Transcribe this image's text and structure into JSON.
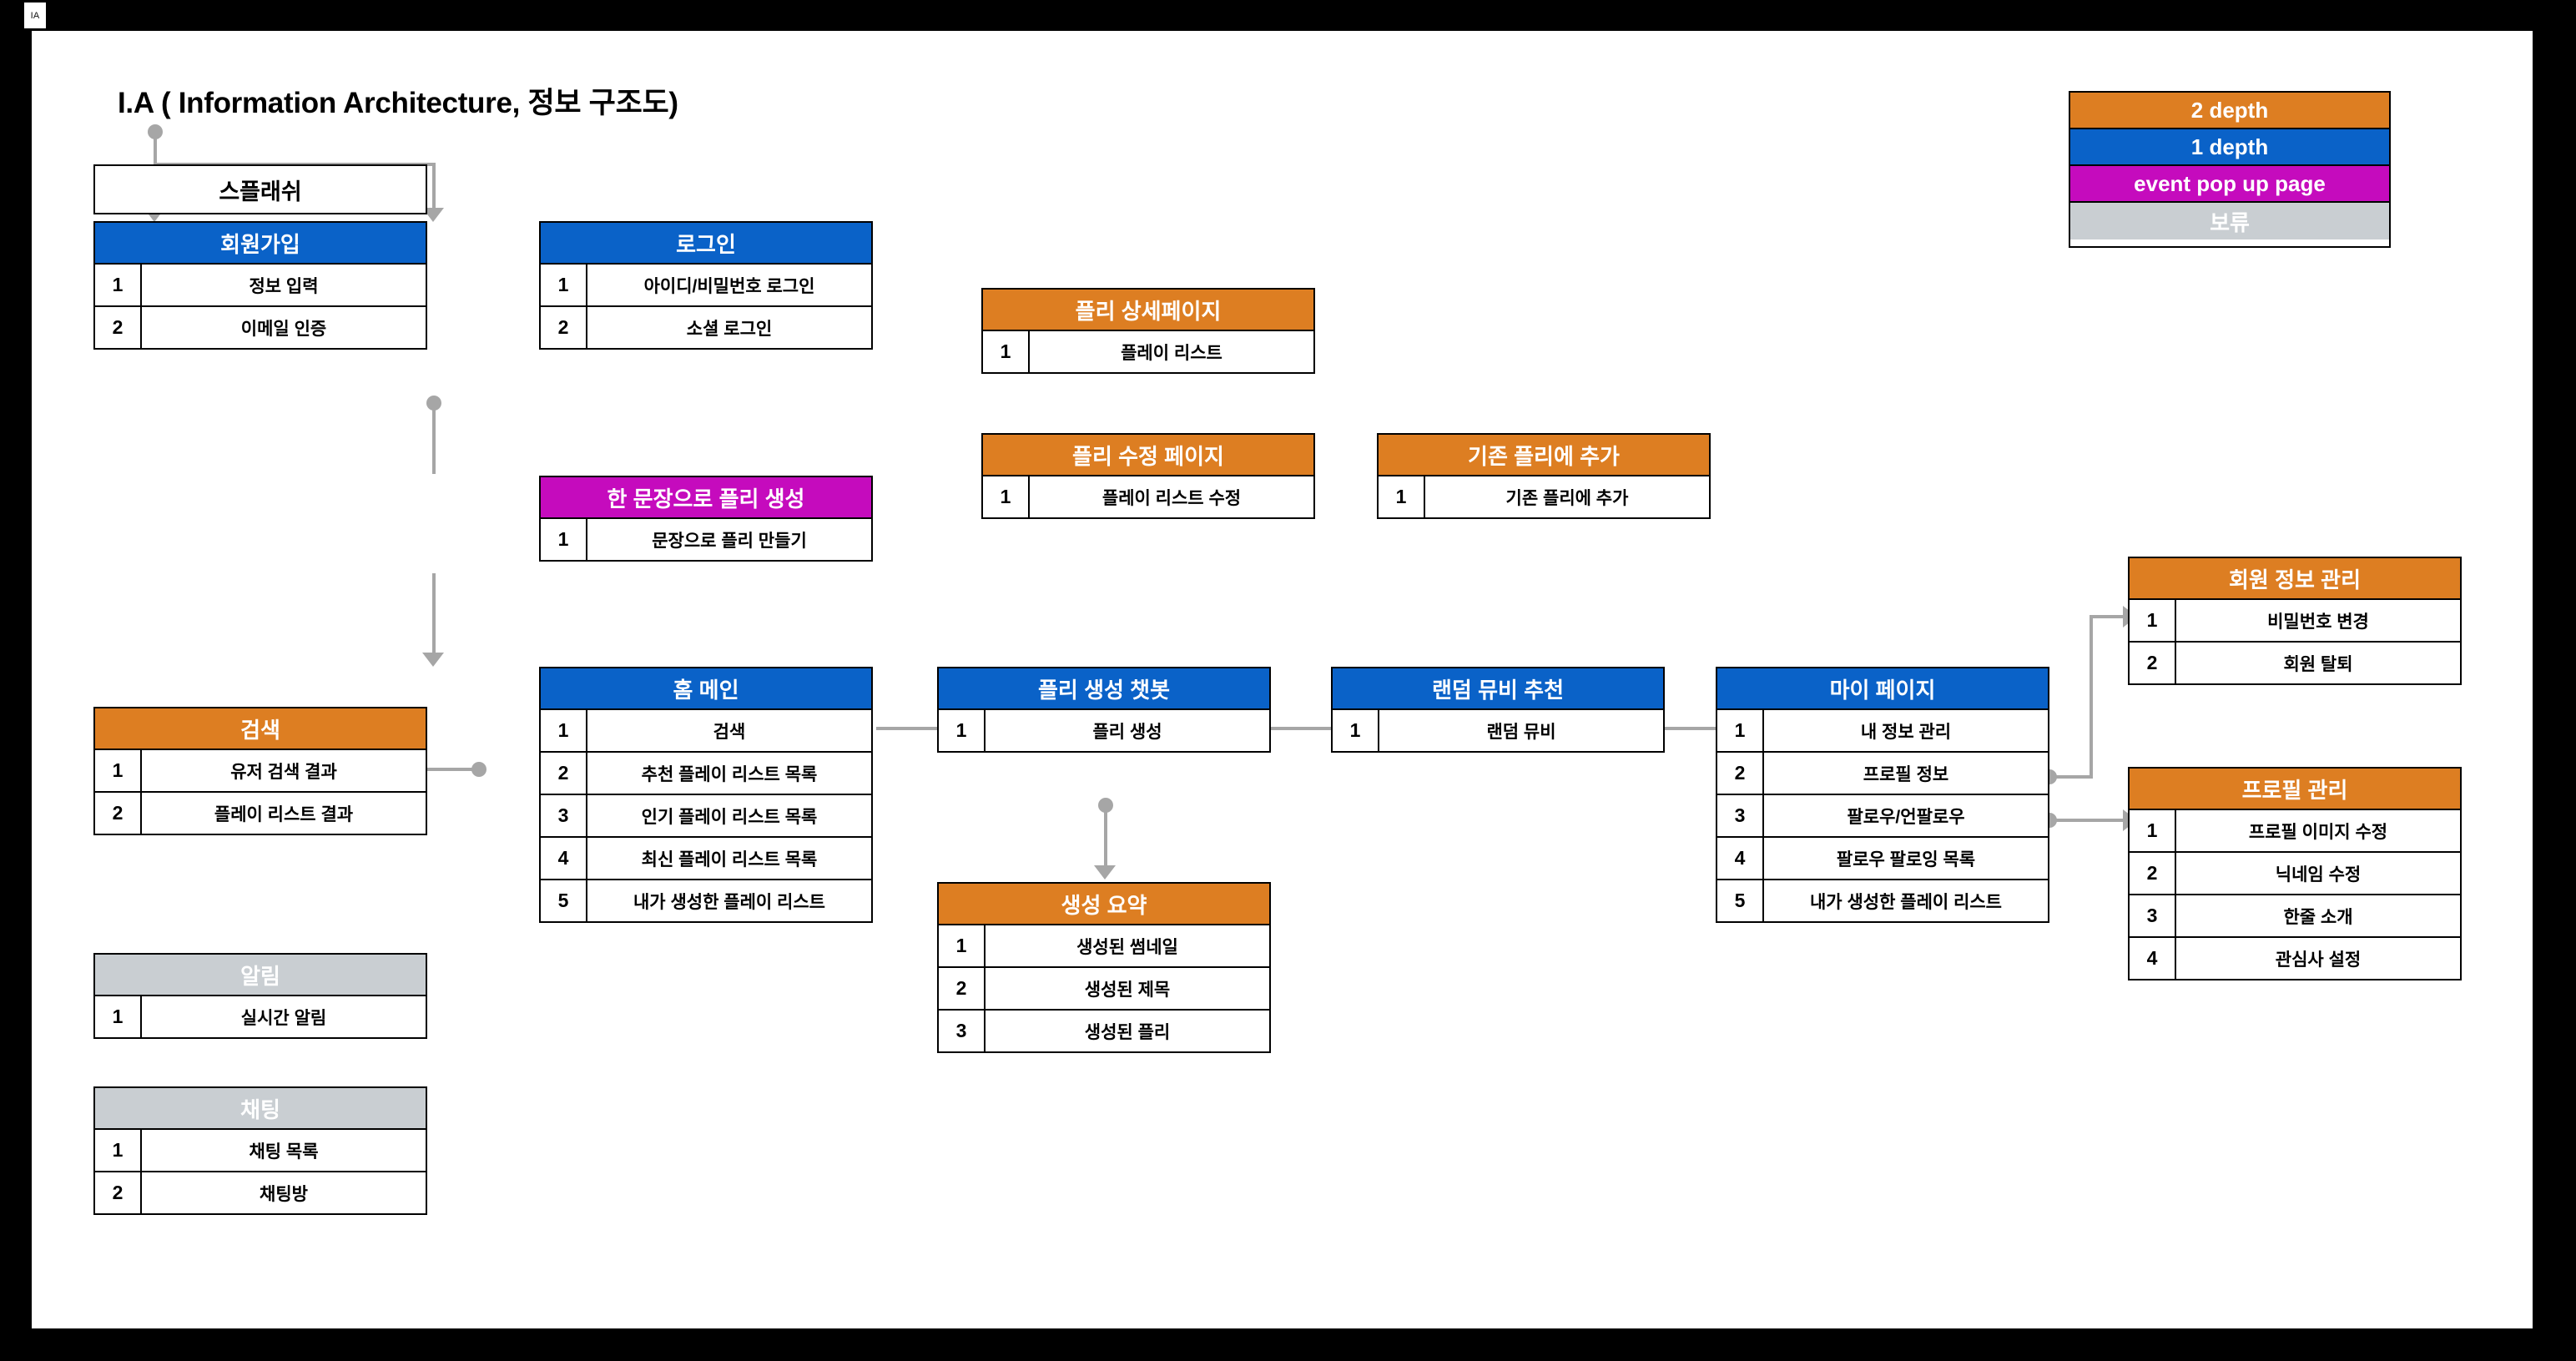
{
  "app": {
    "slide_tab_label": "IA"
  },
  "page_title": "I.A ( Information Architecture, 정보 구조도)",
  "legend": {
    "items": [
      {
        "label": "2 depth",
        "color": "#dd7e22"
      },
      {
        "label": "1 depth",
        "color": "#0a62c8"
      },
      {
        "label": "event pop up page",
        "color": "#c50bbd"
      },
      {
        "label": "보류",
        "color": "#c9ced2"
      }
    ]
  },
  "nodes": {
    "splash": {
      "title": "스플래쉬",
      "type": "plain",
      "rows": []
    },
    "signup": {
      "title": "회원가입",
      "type": "1depth",
      "rows": [
        {
          "n": "1",
          "label": "정보 입력"
        },
        {
          "n": "2",
          "label": "이메일 인증"
        }
      ]
    },
    "login": {
      "title": "로그인",
      "type": "1depth",
      "rows": [
        {
          "n": "1",
          "label": "아이디/비밀번호 로그인"
        },
        {
          "n": "2",
          "label": "소셜 로그인"
        }
      ]
    },
    "pli_detail": {
      "title": "플리 상세페이지",
      "type": "2depth",
      "rows": [
        {
          "n": "1",
          "label": "플레이 리스트"
        }
      ]
    },
    "pli_edit": {
      "title": "플리 수정 페이지",
      "type": "2depth",
      "rows": [
        {
          "n": "1",
          "label": "플레이 리스트 수정"
        }
      ]
    },
    "pli_add": {
      "title": "기존 플리에 추가",
      "type": "2depth",
      "rows": [
        {
          "n": "1",
          "label": "기존 플리에 추가"
        }
      ]
    },
    "one_sentence": {
      "title": "한 문장으로 플리 생성",
      "type": "popup",
      "rows": [
        {
          "n": "1",
          "label": "문장으로 플리 만들기"
        }
      ]
    },
    "home": {
      "title": "홈 메인",
      "type": "1depth",
      "rows": [
        {
          "n": "1",
          "label": "검색"
        },
        {
          "n": "2",
          "label": "추천 플레이 리스트 목록"
        },
        {
          "n": "3",
          "label": "인기 플레이 리스트 목록"
        },
        {
          "n": "4",
          "label": "최신 플레이 리스트 목록"
        },
        {
          "n": "5",
          "label": "내가 생성한 플레이 리스트"
        }
      ]
    },
    "search": {
      "title": "검색",
      "type": "2depth",
      "rows": [
        {
          "n": "1",
          "label": "유저 검색 결과"
        },
        {
          "n": "2",
          "label": "플레이 리스트 결과"
        }
      ]
    },
    "alarm": {
      "title": "알림",
      "type": "hold",
      "rows": [
        {
          "n": "1",
          "label": "실시간 알림"
        }
      ]
    },
    "chat": {
      "title": "채팅",
      "type": "hold",
      "rows": [
        {
          "n": "1",
          "label": "채팅 목록"
        },
        {
          "n": "2",
          "label": "채팅방"
        }
      ]
    },
    "chatbot": {
      "title": "플리 생성 챗봇",
      "type": "1depth",
      "rows": [
        {
          "n": "1",
          "label": "플리 생성"
        }
      ]
    },
    "summary": {
      "title": "생성 요약",
      "type": "2depth",
      "rows": [
        {
          "n": "1",
          "label": "생성된 썸네일"
        },
        {
          "n": "2",
          "label": "생성된 제목"
        },
        {
          "n": "3",
          "label": "생성된 플리"
        }
      ]
    },
    "random_mv": {
      "title": "랜덤 뮤비 추천",
      "type": "1depth",
      "rows": [
        {
          "n": "1",
          "label": "랜덤 뮤비"
        }
      ]
    },
    "mypage": {
      "title": "마이 페이지",
      "type": "1depth",
      "rows": [
        {
          "n": "1",
          "label": "내 정보 관리"
        },
        {
          "n": "2",
          "label": "프로필 정보"
        },
        {
          "n": "3",
          "label": "팔로우/언팔로우"
        },
        {
          "n": "4",
          "label": "팔로우 팔로잉 목록"
        },
        {
          "n": "5",
          "label": "내가 생성한 플레이 리스트"
        }
      ]
    },
    "member_info": {
      "title": "회원 정보 관리",
      "type": "2depth",
      "rows": [
        {
          "n": "1",
          "label": "비밀번호 변경"
        },
        {
          "n": "2",
          "label": "회원 탈퇴"
        }
      ]
    },
    "profile_mgmt": {
      "title": "프로필 관리",
      "type": "2depth",
      "rows": [
        {
          "n": "1",
          "label": "프로필 이미지 수정"
        },
        {
          "n": "2",
          "label": "닉네임 수정"
        },
        {
          "n": "3",
          "label": "한줄 소개"
        },
        {
          "n": "4",
          "label": "관심사 설정"
        }
      ]
    }
  },
  "colors": {
    "depth1": "#0a62c8",
    "depth2": "#dd7e22",
    "popup": "#c50bbd",
    "hold": "#c9ced2",
    "connector": "#a6a6a6",
    "border": "#000000"
  }
}
